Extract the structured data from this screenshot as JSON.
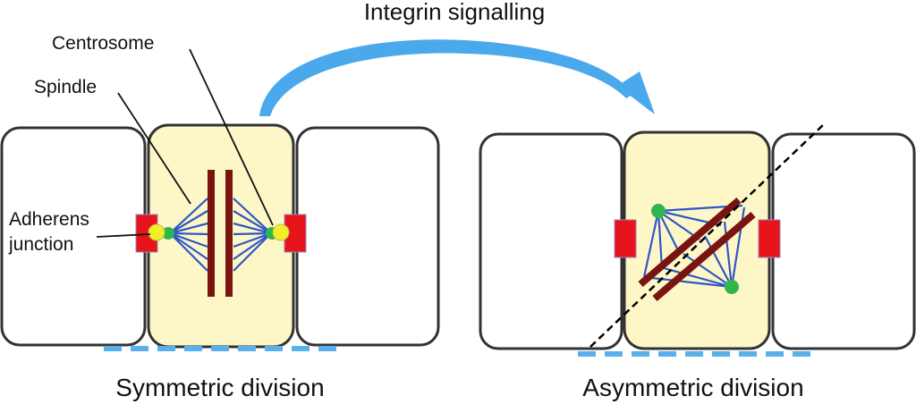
{
  "labels": {
    "arrow": "Integrin signalling",
    "centrosome": "Centrosome",
    "spindle": "Spindle",
    "adherens_line1": "Adherens",
    "adherens_line2": "junction",
    "left_caption": "Symmetric division",
    "right_caption": "Asymmetric division"
  },
  "colors": {
    "cell_outline": "#333333",
    "dividing_cell_fill": "#fdf7c8",
    "junction": "#e8141b",
    "centrosome_green": "#2db74a",
    "centrosome_yellow": "#f2ef2a",
    "spindle_fibers": "#2e57c6",
    "chromosomes": "#7a1410",
    "arrow": "#4aa8ec",
    "basement": "#5ab0ea",
    "division_plane": "#000000"
  }
}
